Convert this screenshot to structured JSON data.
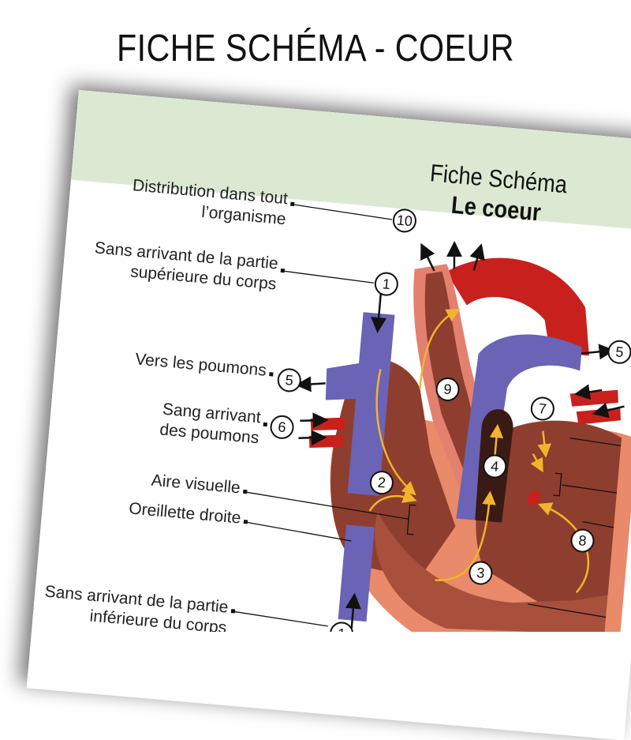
{
  "page_title": "FICHE SCHÉMA - COEUR",
  "sheet": {
    "title_line1": "Fiche Schéma",
    "title_line2": "Le coeur"
  },
  "labels": {
    "l10_line1": "Distribution dans tout",
    "l10_line2": "l’organisme",
    "l1_line1": "Sans arrivant de la partie",
    "l1_line2": "supérieure du corps",
    "l5": "Vers les poumons",
    "l6_line1": "Sang arrivant",
    "l6_line2": "des poumons",
    "aire": "Aire visuelle",
    "oreillette": "Oreillette droite",
    "lbottom_line1": "Sans arrivant de la partie",
    "lbottom_line2": "inférieure du corps"
  },
  "numbers": {
    "n1": "1",
    "n2": "2",
    "n3": "3",
    "n4": "4",
    "n5": "5",
    "n6": "6",
    "n7": "7",
    "n8": "8",
    "n9": "9",
    "n10": "10"
  },
  "colors": {
    "header_bg": "#dbe9d2",
    "vein_blue": "#6b63b5",
    "muscle_dark": "#8e3e2e",
    "muscle_light": "#e98a6a",
    "artery_red": "#c8201c",
    "artery_pink": "#e4806f",
    "flow_arrow": "#f2b42a"
  }
}
